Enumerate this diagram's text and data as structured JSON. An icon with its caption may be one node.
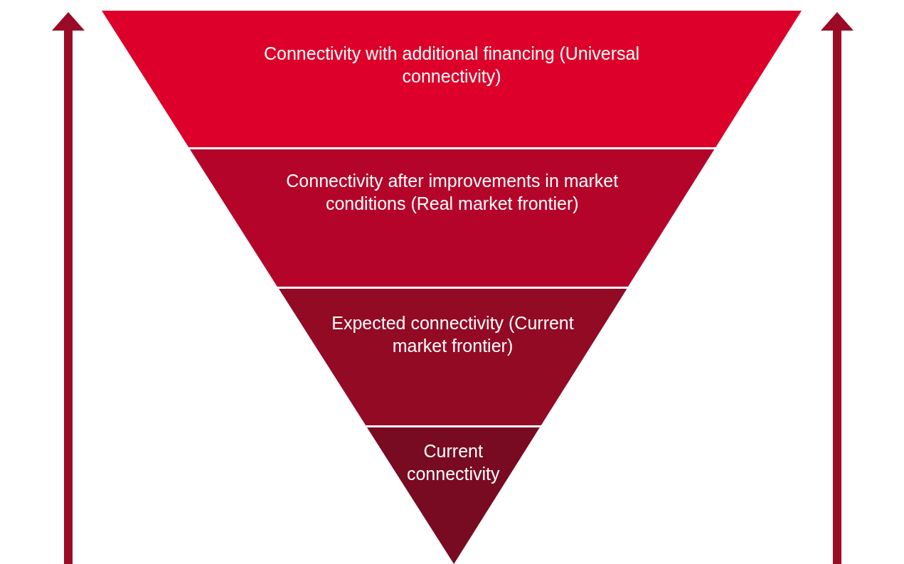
{
  "diagram": {
    "nodes": [
      {
        "text": [
          "Connectivity with additional financing (Universal connectivity)"
        ]
      },
      {
        "text": [
          "Connectivity after improvements in market conditions (Real market frontier)"
        ]
      },
      {
        "text": [
          "Expected connectivity (Current market frontier)"
        ]
      },
      {
        "text": [
          "Current connectivity"
        ]
      }
    ]
  }
}
